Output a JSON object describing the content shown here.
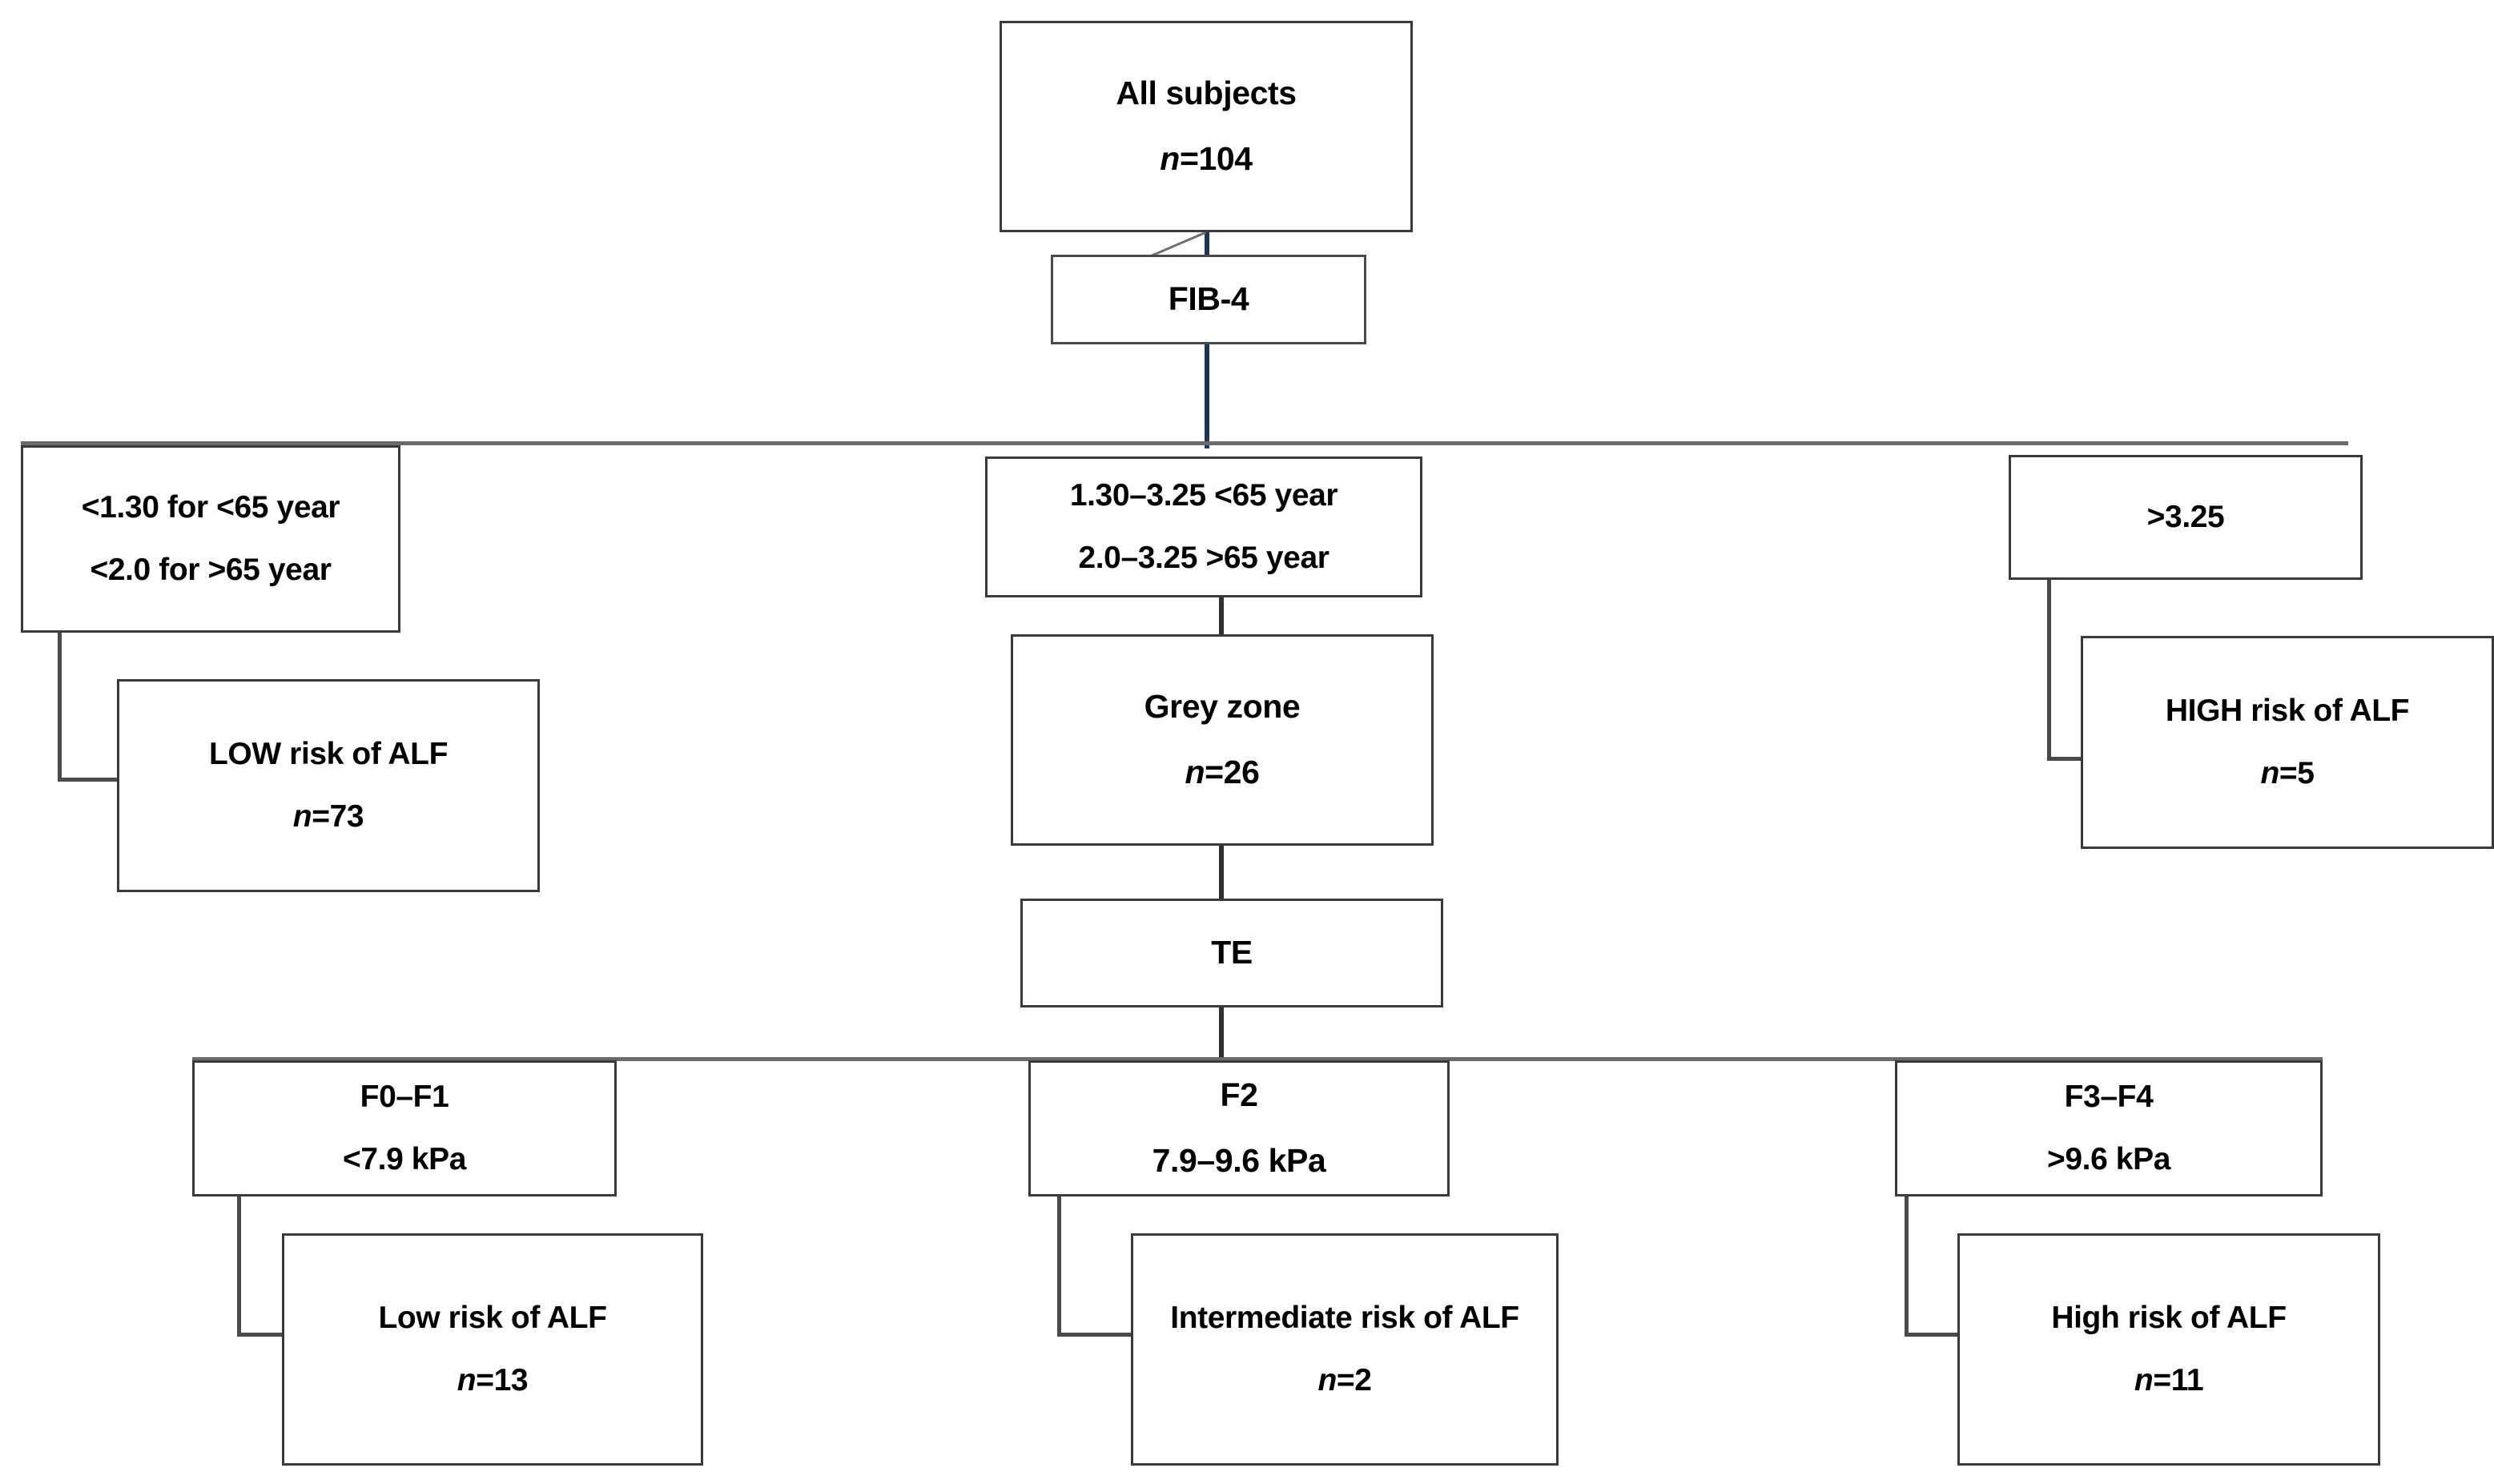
{
  "diagram": {
    "title": "FIB-4 and transient elastography based ALF risk stratification flowchart",
    "accent_line_color": "#1d3557",
    "box_border_color": "#3a3a3a",
    "connector_color": "#4a4a4a",
    "background_color": "#ffffff"
  },
  "nodes": {
    "all_subjects": {
      "line1": "All subjects",
      "n_prefix": "n",
      "n_value": "=104"
    },
    "fib4": {
      "label": "FIB-4"
    },
    "fib4_low_criteria": {
      "line1": "<1.30 for <65 year",
      "line2": "<2.0 for >65 year"
    },
    "fib4_grey_criteria": {
      "line1": "1.30–3.25 <65 year",
      "line2": "2.0–3.25 >65 year"
    },
    "fib4_high_criteria": {
      "line1": ">3.25"
    },
    "low_risk_alf": {
      "line1": "LOW risk of ALF",
      "n_prefix": "n",
      "n_value": "=73"
    },
    "grey_zone": {
      "line1": "Grey zone",
      "n_prefix": "n",
      "n_value": "=26"
    },
    "high_risk_alf": {
      "line1": "HIGH risk of  ALF",
      "n_prefix": "n",
      "n_value": "=5"
    },
    "te": {
      "label": "TE"
    },
    "te_f0f1": {
      "line1": "F0–F1",
      "line2": "<7.9 kPa"
    },
    "te_f2": {
      "line1": "F2",
      "line2": "7.9–9.6 kPa"
    },
    "te_f3f4": {
      "line1": "F3–F4",
      "line2": ">9.6 kPa"
    },
    "te_low_risk": {
      "line1": "Low risk of ALF",
      "n_prefix": "n",
      "n_value": "=13"
    },
    "te_intermediate_risk": {
      "line1": "Intermediate risk of ALF",
      "n_prefix": "n",
      "n_value": "=2"
    },
    "te_high_risk": {
      "line1": "High risk of ALF",
      "n_prefix": "n",
      "n_value": "=11"
    }
  },
  "chart_data": {
    "type": "flowchart",
    "title": "ALF risk stratification by FIB-4 and transient elastography",
    "root": {
      "label": "All subjects",
      "n": 104
    },
    "stages": [
      {
        "test": "FIB-4",
        "branches": [
          {
            "criteria": "<1.30 for <65 year / <2.0 for >65 year",
            "outcome": "LOW risk of ALF",
            "n": 73
          },
          {
            "criteria": "1.30–3.25 <65 year / 2.0–3.25 >65 year",
            "outcome": "Grey zone",
            "n": 26
          },
          {
            "criteria": ">3.25",
            "outcome": "HIGH risk of  ALF",
            "n": 5
          }
        ]
      },
      {
        "test": "TE",
        "parent": "Grey zone",
        "branches": [
          {
            "criteria": "F0–F1 <7.9 kPa",
            "outcome": "Low risk of ALF",
            "n": 13
          },
          {
            "criteria": "F2 7.9–9.6 kPa",
            "outcome": "Intermediate risk of ALF",
            "n": 2
          },
          {
            "criteria": "F3–F4 >9.6 kPa",
            "outcome": "High risk of ALF",
            "n": 11
          }
        ]
      }
    ]
  }
}
